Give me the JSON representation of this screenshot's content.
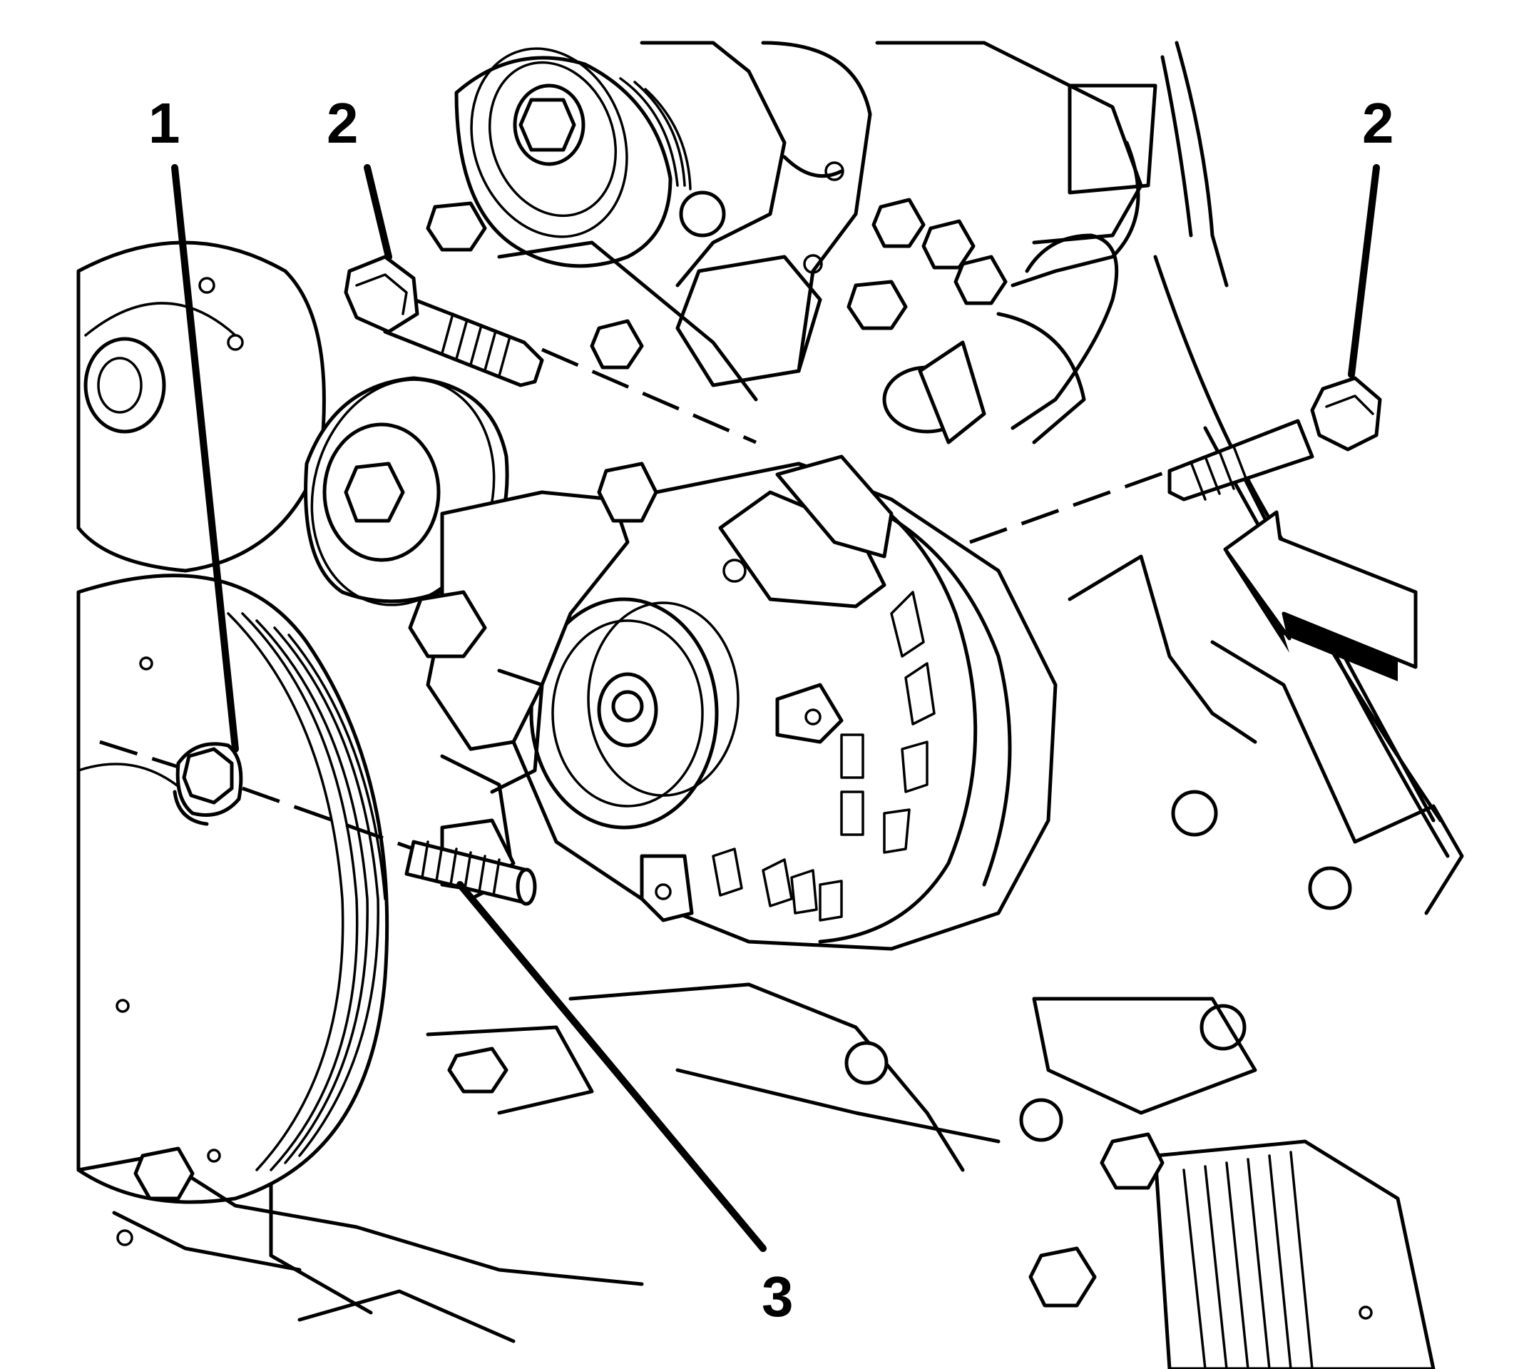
{
  "callouts": [
    {
      "id": "1",
      "label": "1"
    },
    {
      "id": "2a",
      "label": "2"
    },
    {
      "id": "2b",
      "label": "2"
    },
    {
      "id": "3",
      "label": "3"
    }
  ]
}
